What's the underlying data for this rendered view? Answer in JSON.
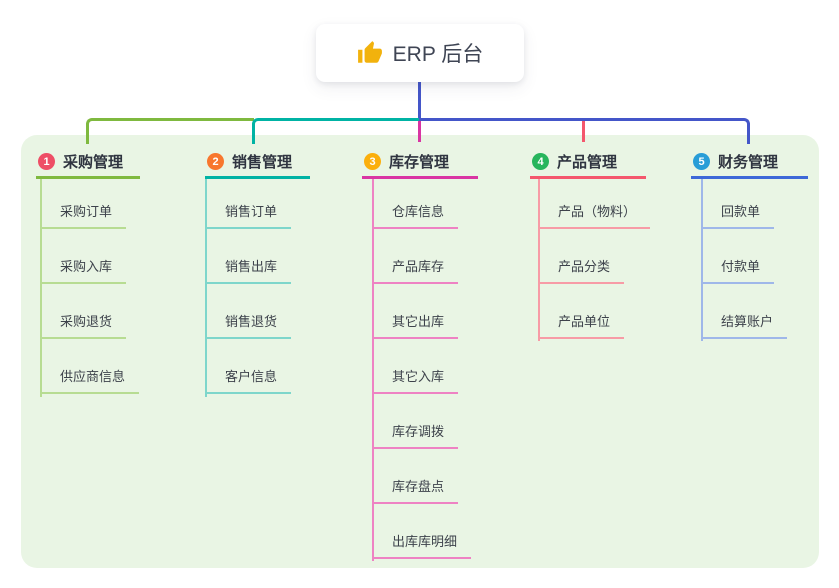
{
  "root": {
    "label": "ERP 后台",
    "icon": "thumbs-up-icon",
    "icon_color": "#f2b20d",
    "connector_color": "#4456c9"
  },
  "colors": {
    "panel_bg": "#e9f5e4",
    "page_bg": "#ffffff",
    "root_text": "#3f4554",
    "header_text": "#2f3440",
    "child_text": "#3d424b"
  },
  "branches": [
    {
      "number": "1",
      "label": "采购管理",
      "color": "#7fb93f",
      "light_color": "#b7dc92",
      "badge_color": "#ee4e66",
      "children": [
        "采购订单",
        "采购入库",
        "采购退货",
        "供应商信息"
      ]
    },
    {
      "number": "2",
      "label": "销售管理",
      "color": "#00b3a4",
      "light_color": "#7ed6cb",
      "badge_color": "#f8772e",
      "children": [
        "销售订单",
        "销售出库",
        "销售退货",
        "客户信息"
      ]
    },
    {
      "number": "3",
      "label": "库存管理",
      "color": "#d935a3",
      "light_color": "#ee82c3",
      "badge_color": "#fbaf0c",
      "children": [
        "仓库信息",
        "产品库存",
        "其它出库",
        "其它入库",
        "库存调拨",
        "库存盘点",
        "出库库明细"
      ]
    },
    {
      "number": "4",
      "label": "产品管理",
      "color": "#f4576d",
      "light_color": "#f79ba6",
      "badge_color": "#27b55c",
      "children": [
        "产品（物料）",
        "产品分类",
        "产品单位"
      ]
    },
    {
      "number": "5",
      "label": "财务管理",
      "color": "#3e68d8",
      "light_color": "#9fb7e9",
      "badge_color": "#289dd7",
      "children": [
        "回款单",
        "付款单",
        "结算账户"
      ]
    }
  ]
}
